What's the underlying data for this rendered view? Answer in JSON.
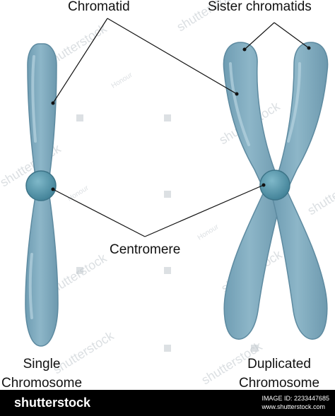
{
  "labels": {
    "chromatid": "Chromatid",
    "sister_chromatids": "Sister chromatids",
    "centromere": "Centromere",
    "single_line1": "Single",
    "single_line2": "Chromosome",
    "duplicated_line1": "Duplicated",
    "duplicated_line2": "Chromosome"
  },
  "watermark": {
    "brand": "shutterstock",
    "author": "Honour"
  },
  "footer": {
    "brand": "shutterstock",
    "image_id": "IMAGE ID: 2233447685",
    "site": "www.shutterstock.com"
  },
  "colors": {
    "chromatid_fill": "#7fa9bd",
    "chromatid_stroke": "#5d8aa0",
    "centromere_fill": "#5b98ad",
    "leader_line": "#111111",
    "footer_bg": "#000000"
  }
}
